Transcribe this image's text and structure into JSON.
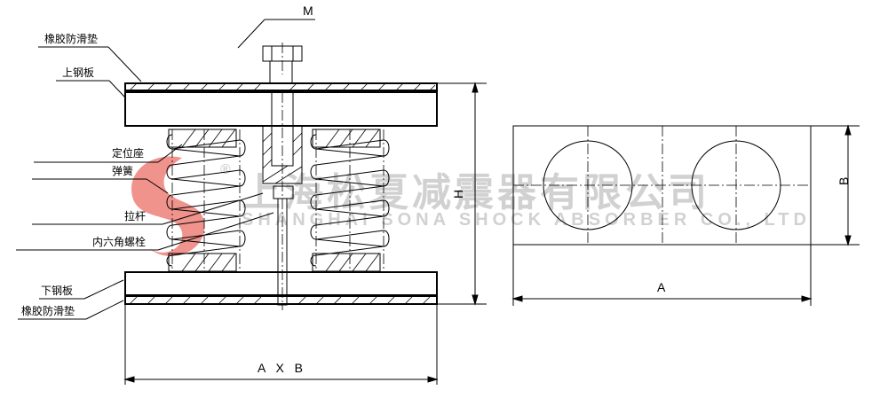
{
  "drawing": {
    "title": "Spring shock absorber assembly drawing",
    "watermark": {
      "company_cn": "上海松夏减震器有限公司",
      "company_en": "SHANGHAI SONA SHOCK ABSORBER CO., LTD",
      "registered_mark": "®",
      "logo_color": "#e23a2e"
    },
    "labels": {
      "top_rubber_pad": "橡胶防滑垫",
      "upper_steel_plate": "上钢板",
      "positioning_seat": "定位座",
      "spring": "弹簧",
      "tie_rod": "拉杆",
      "hex_socket_bolt": "内六角螺栓",
      "lower_steel_plate": "下钢板",
      "bottom_rubber_pad": "橡胶防滑垫"
    },
    "dimensions": {
      "bolt": "M",
      "height": "H",
      "footprint": "A X B",
      "length": "A",
      "width": "B"
    }
  }
}
